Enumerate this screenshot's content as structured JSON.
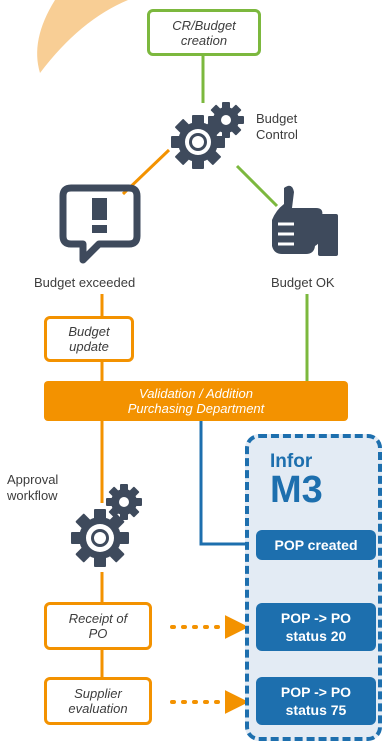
{
  "steps": {
    "cr_budget": "CR/Budget\ncreation",
    "budget_control": "Budget\nControl",
    "budget_exceeded": "Budget exceeded",
    "budget_ok": "Budget OK",
    "budget_update": "Budget\nupdate",
    "validation": "Validation / Addition\nPurchasing Department",
    "approval_workflow": "Approval\nworkflow",
    "receipt_po": "Receipt of\nPO",
    "supplier_eval": "Supplier\nevaluation"
  },
  "erp": {
    "brand_line1": "Infor",
    "brand_line2": "M3",
    "pop_created": "POP created",
    "pop_status_20": "POP -> PO\nstatus 20",
    "pop_status_75": "POP -> PO\nstatus 75"
  },
  "icons": [
    "gear-icon",
    "gear-icon",
    "alert-speech-bubble-icon",
    "thumbs-up-icon"
  ],
  "colors": {
    "green": "#7cb83e",
    "orange": "#f39200",
    "blue": "#1d6fae",
    "dark_icon": "#3e4a5c",
    "panel_bg": "#e3ebf4",
    "fan": "#f7c98a"
  }
}
